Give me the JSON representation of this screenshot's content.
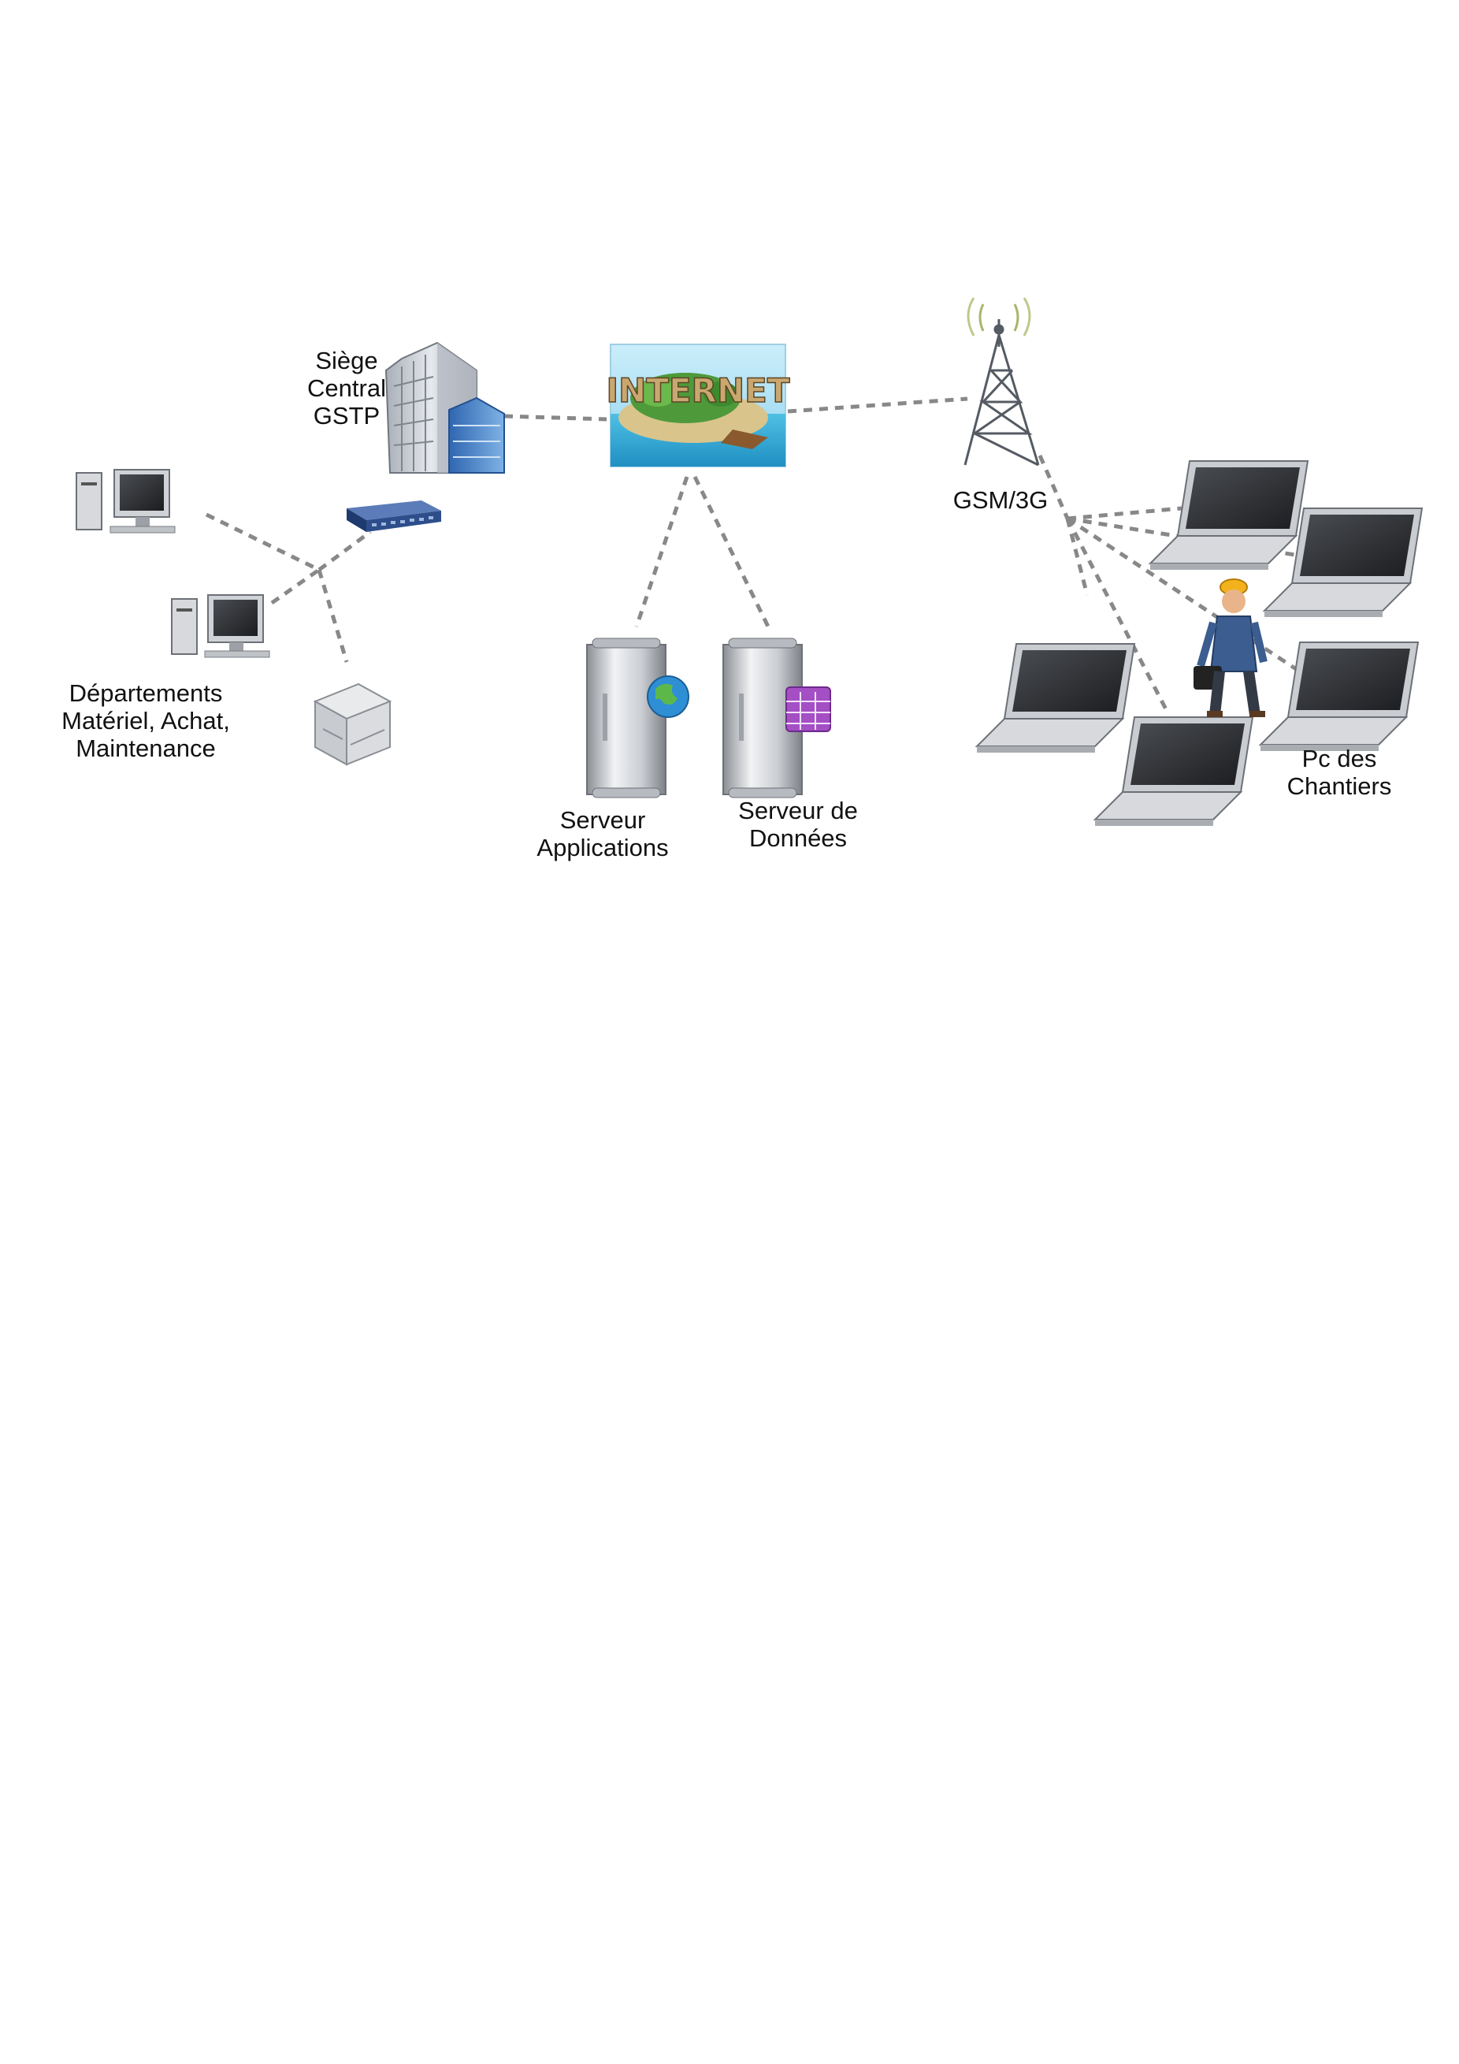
{
  "labels": {
    "siege": "Siège\nCentral\nGSTP",
    "departements": "Départements\nMatériel, Achat,\nMaintenance",
    "gsm": "GSM/3G",
    "serveur_applications": "Serveur\nApplications",
    "serveur_donnees": "Serveur de\nDonnées",
    "pc_chantiers": "Pc des\nChantiers"
  },
  "internet_sign": "INTERNET",
  "icons": {
    "building": "office-building-icon",
    "internet": "internet-island-icon",
    "tower": "antenna-tower-icon",
    "switch": "network-switch-icon",
    "desktop": "desktop-computer-icon",
    "printer": "printer-icon",
    "server_apps": "server-globe-icon",
    "server_data": "server-database-icon",
    "laptop": "laptop-icon",
    "worker": "construction-worker-icon"
  },
  "colors": {
    "link": "#888888",
    "sea": "#3fb3d9",
    "sky": "#bfe8f7",
    "island": "#d9c48c",
    "switch": "#2d4e8a",
    "building_blue": "#4a86c8"
  }
}
